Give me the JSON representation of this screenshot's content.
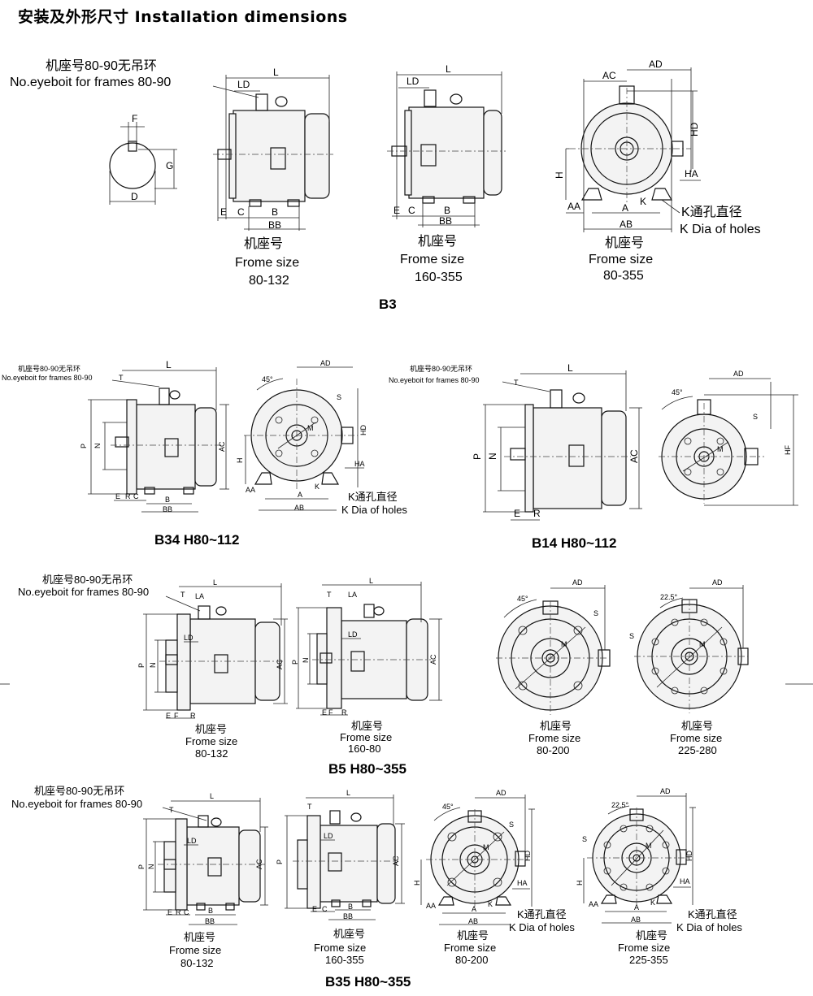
{
  "title": "安装及外形尺寸 Installation dimensions",
  "eyebolt_note": {
    "cn": "机座号80-90无吊环",
    "en": "No.eyeboit for frames 80-90"
  },
  "frame_size": {
    "cn": "机座号",
    "en": "Frome size"
  },
  "k_holes": {
    "cn": "K通孔直径",
    "en": "K Dia of holes"
  },
  "sections": {
    "b3": "B3",
    "b34": "B34 H80~112",
    "b14": "B14 H80~112",
    "b5": "B5 H80~355",
    "b35": "B35 H80~355"
  },
  "ranges": {
    "b3_side_small": "80-132",
    "b3_side_large": "160-355",
    "b3_end": "80-355",
    "b5_side_small": "80-132",
    "b5_side_large": "160-80",
    "b5_end_small": "80-200",
    "b5_end_large": "225-280",
    "b35_side_small": "80-132",
    "b35_side_large": "160-355",
    "b35_end_small": "80-200",
    "b35_end_large": "225-355"
  },
  "dims": {
    "F": "F",
    "G": "G",
    "D": "D",
    "L": "L",
    "LD": "LD",
    "E": "E",
    "C": "C",
    "B": "B",
    "BB": "BB",
    "AC": "AC",
    "AD": "AD",
    "HD": "HD",
    "H": "H",
    "HA": "HA",
    "AA": "AA",
    "A": "A",
    "AB": "AB",
    "K": "K",
    "T": "T",
    "P": "P",
    "N": "N",
    "M": "M",
    "S": "S",
    "R": "R",
    "HF": "HF",
    "LA": "LA",
    "deg45": "45°",
    "deg225": "22.5°"
  }
}
